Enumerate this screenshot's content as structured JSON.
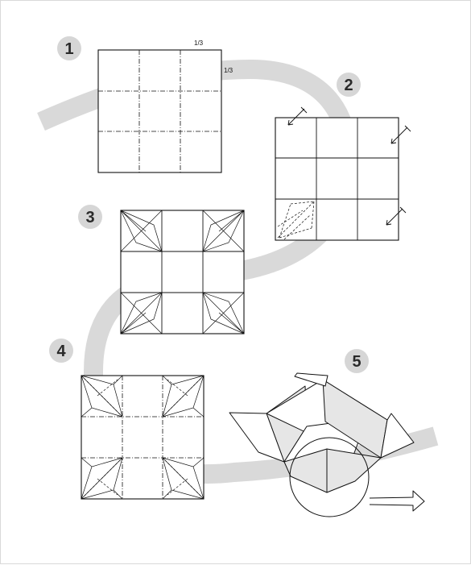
{
  "steps": [
    {
      "number": "1"
    },
    {
      "number": "2"
    },
    {
      "number": "3"
    },
    {
      "number": "4"
    },
    {
      "number": "5"
    }
  ],
  "fraction_labels": [
    "1/3",
    "1/3"
  ],
  "colors": {
    "path_band": "#d9d9d9",
    "badge_fill": "#d6d6d6",
    "line": "#111111",
    "box_face": "#e6e6e6"
  }
}
